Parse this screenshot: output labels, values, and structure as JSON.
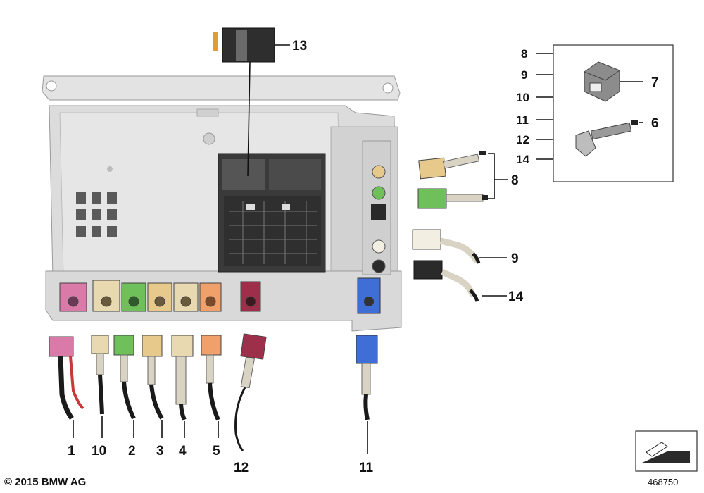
{
  "callouts": {
    "c1": "1",
    "c10": "10",
    "c2": "2",
    "c3": "3",
    "c4": "4",
    "c5": "5",
    "c12": "12",
    "c11": "11",
    "c13": "13",
    "c8": "8",
    "c9": "9",
    "c14": "14",
    "c7": "7",
    "c6": "6"
  },
  "legend": [
    "8",
    "9",
    "10",
    "11",
    "12",
    "14"
  ],
  "footer": {
    "copyright": "© 2015 BMW AG",
    "diagram_number": "468750"
  },
  "connector_colors": {
    "pink": "#d97aa8",
    "beige": "#e8d9b0",
    "green": "#6fbf5a",
    "tan": "#e7c98c",
    "orange": "#f0a06a",
    "bordeaux": "#9e2f4a",
    "blue": "#3f6fd6",
    "white": "#f3eee2",
    "black": "#2a2a2a"
  }
}
